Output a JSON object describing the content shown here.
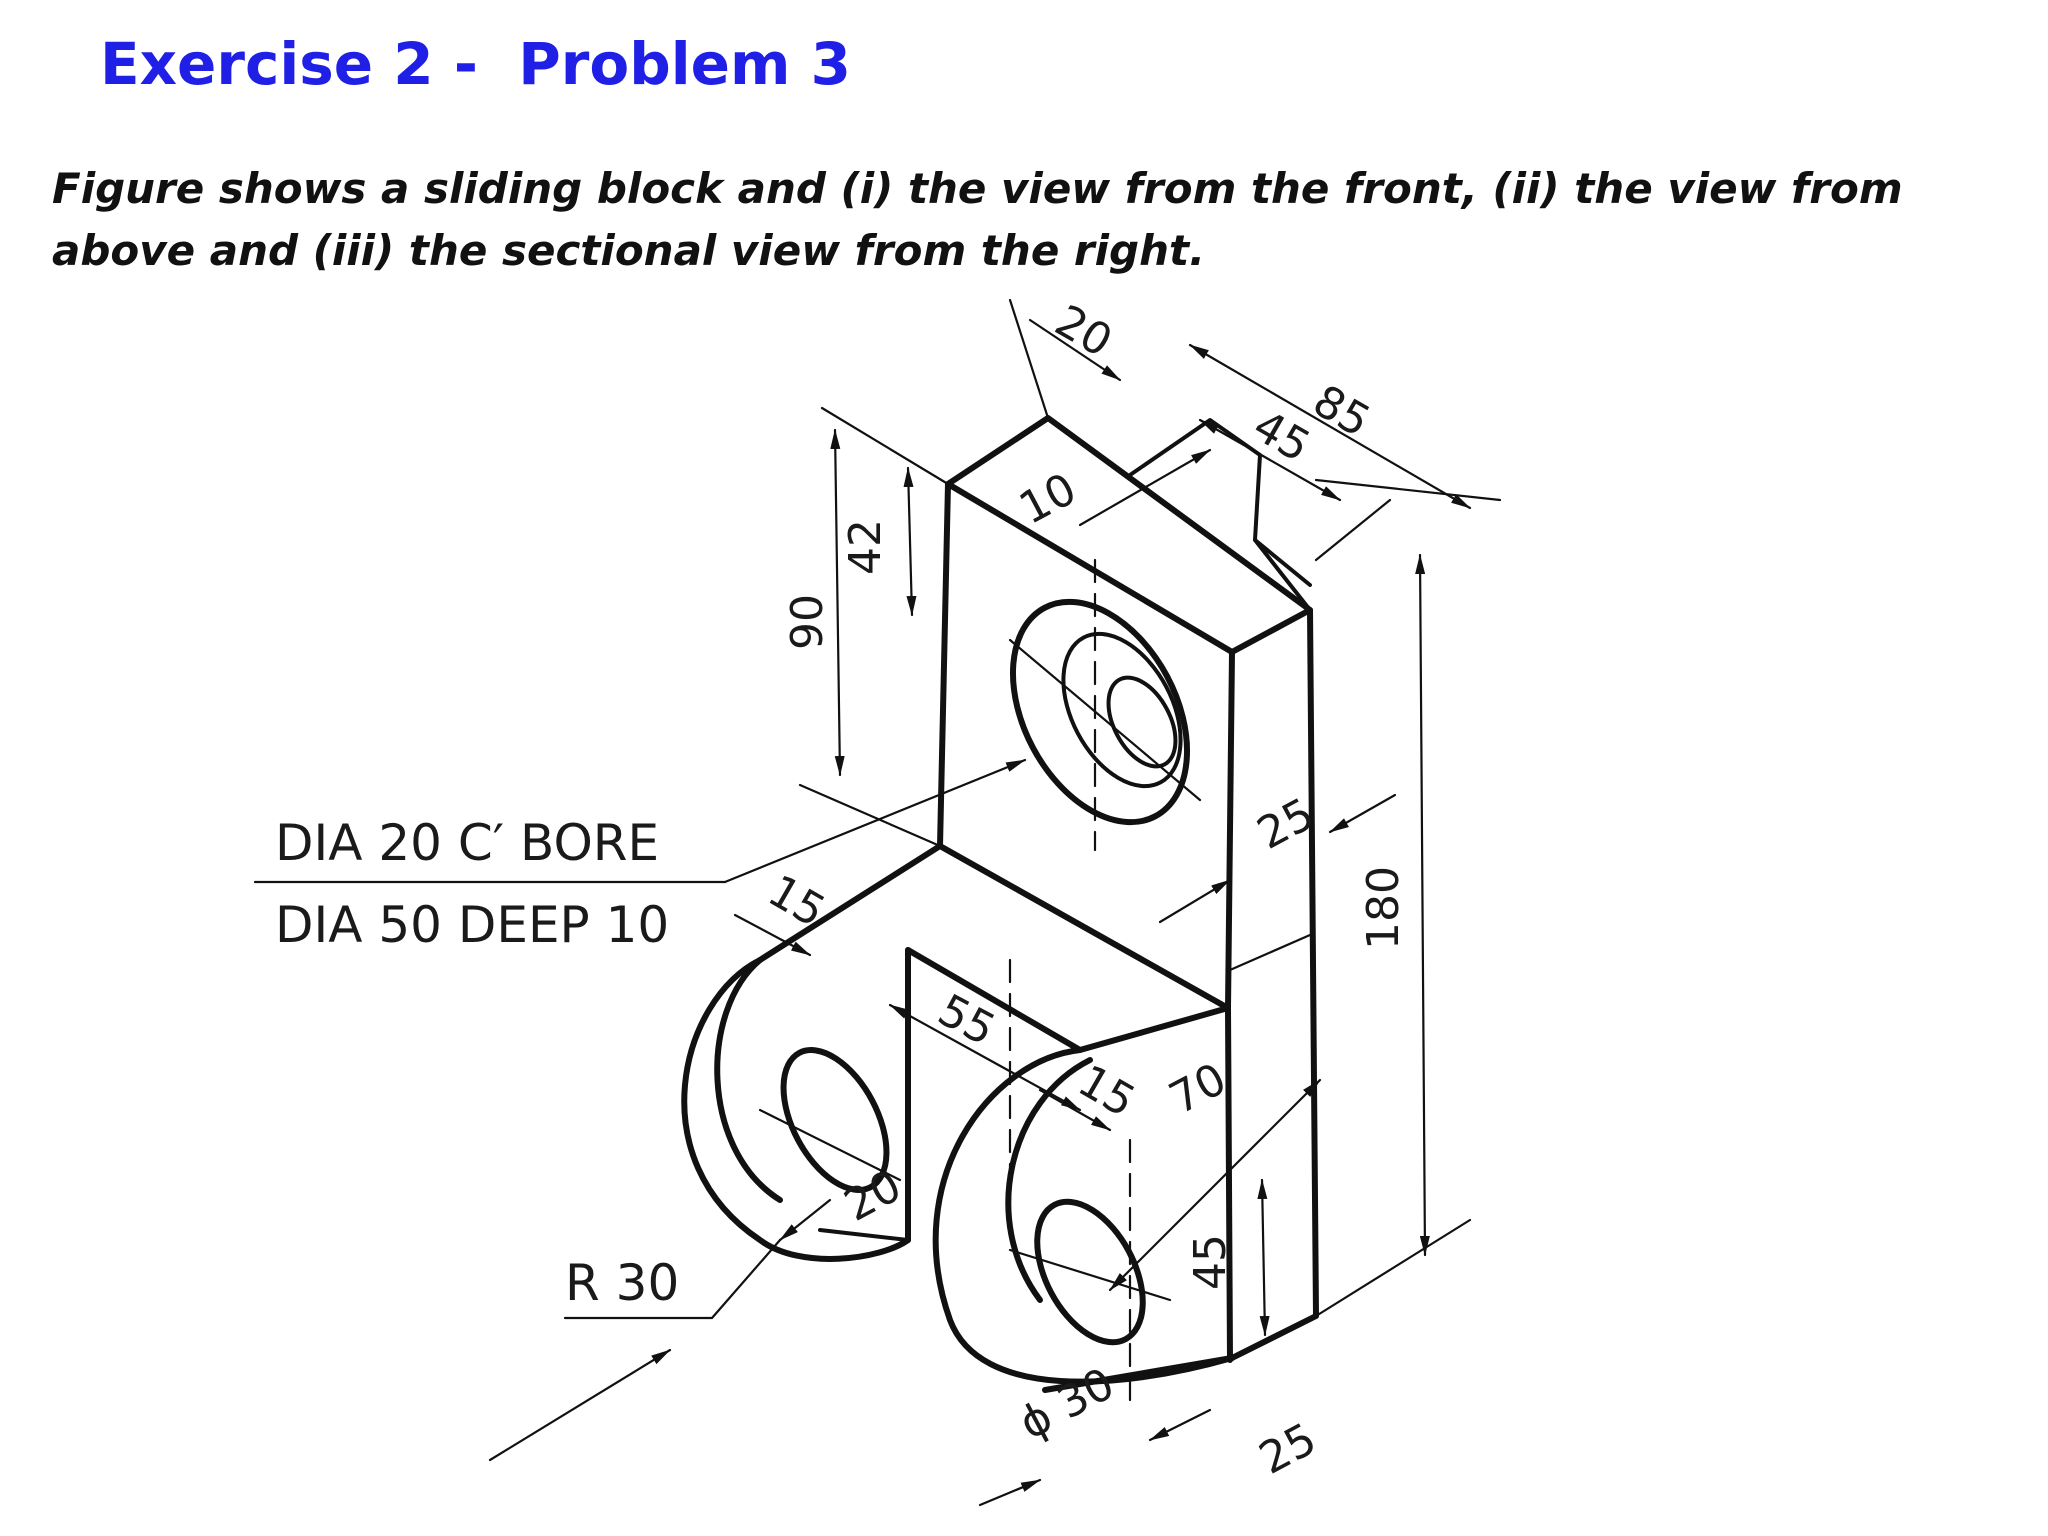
{
  "header": {
    "title": "Exercise 2 -  Problem 3",
    "description": "Figure shows a sliding block and (i) the view from the front, (ii) the view from above and (iii) the sectional view from the right."
  },
  "drawing": {
    "note_line1": "DIA 20 C′ BORE",
    "note_line2": "DIA 50 DEEP 10",
    "radius_label": "R 30",
    "diameter_label": "ϕ 30",
    "dims": {
      "d20_top": "20",
      "d85": "85",
      "d45_top": "45",
      "d10": "10",
      "d90": "90",
      "d42": "42",
      "d25_wall": "25",
      "d180": "180",
      "d15_a": "15",
      "d55": "55",
      "d15_b": "15",
      "d70": "70",
      "d20_slot": "20",
      "d45_low": "45",
      "d25_bottom": "25"
    }
  },
  "colors": {
    "title": "#1f1fe6",
    "text": "#111111",
    "line": "#111111"
  }
}
